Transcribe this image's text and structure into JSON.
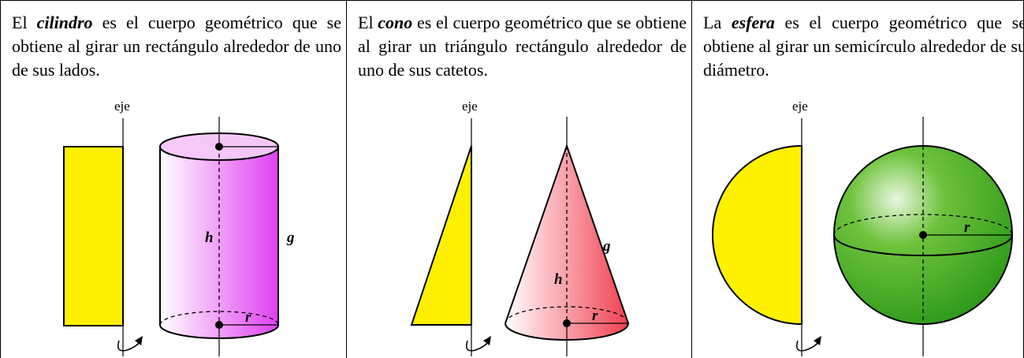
{
  "cells": [
    {
      "text_before": "El ",
      "term": "cilindro",
      "text_after": " es el cuerpo geométrico que se obtiene al girar un rectángulo alrededor de uno de sus lados.",
      "axis_label": "eje",
      "height_label": "h",
      "generatrix_label": "g",
      "radius_label": "r",
      "shape_color": "#fff000",
      "solid_color": "#e040f0"
    },
    {
      "text_before": "El ",
      "term": "cono",
      "text_after": " es el cuerpo geométrico que se obtiene al girar un triángulo rectángulo alrededor de uno de sus catetos.",
      "axis_label": "eje",
      "height_label": "h",
      "generatrix_label": "g",
      "radius_label": "r",
      "shape_color": "#fff000",
      "solid_color": "#f04050"
    },
    {
      "text_before": "La ",
      "term": "esfera",
      "text_after": " es el cuerpo geométrico que se obtiene al girar un semicírculo alrededor de su diámetro.",
      "axis_label": "eje",
      "radius_label": "r",
      "shape_color": "#fff000",
      "solid_color": "#2e9a1a"
    }
  ]
}
